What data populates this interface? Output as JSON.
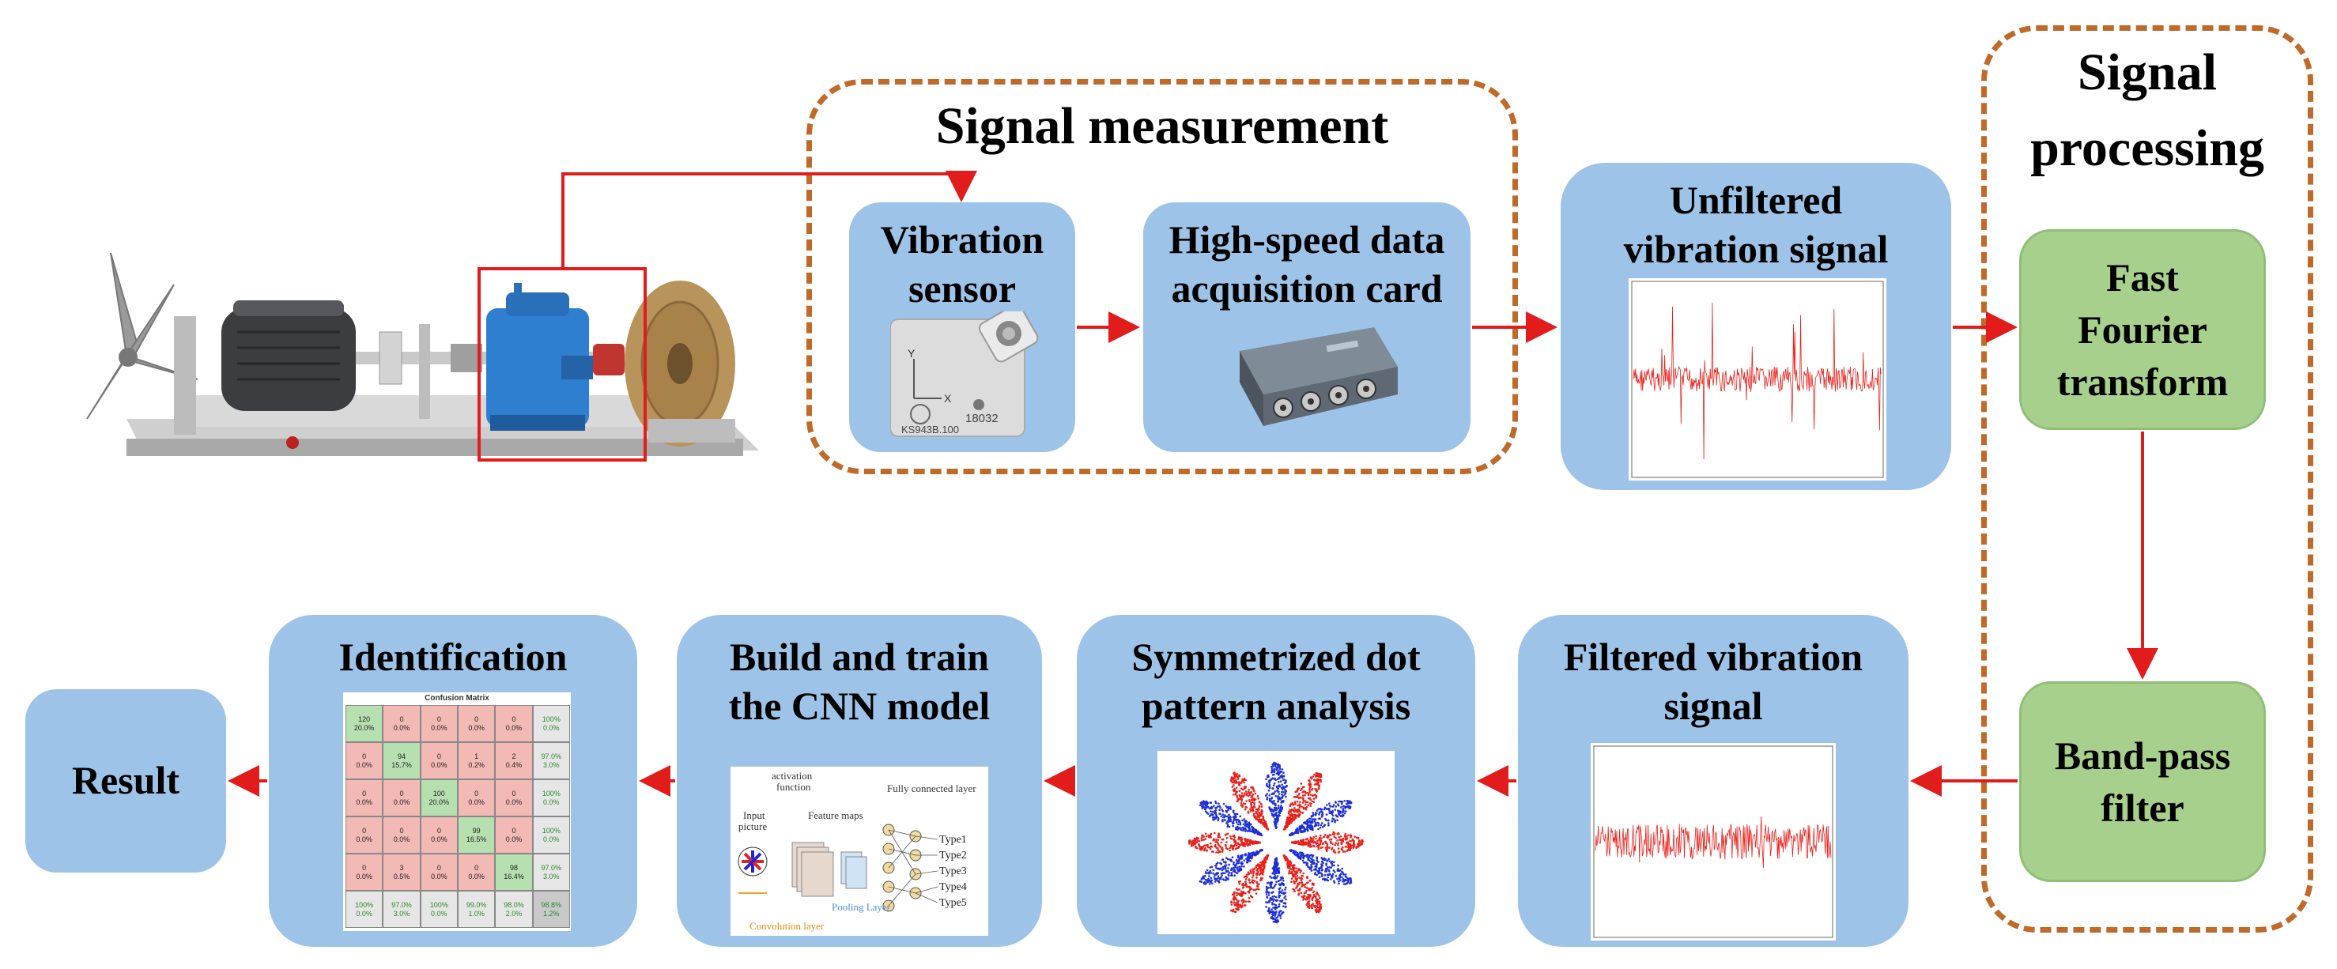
{
  "groups": {
    "measurement_title": "Signal measurement",
    "processing_title_1": "Signal",
    "processing_title_2": "processing"
  },
  "nodes": {
    "vibration_sensor_1": "Vibration",
    "vibration_sensor_2": "sensor",
    "daq_1": "High-speed data",
    "daq_2": "acquisition card",
    "unfiltered_1": "Unfiltered",
    "unfiltered_2": "vibration signal",
    "fft_1": "Fast",
    "fft_2": "Fourier",
    "fft_3": "transform",
    "bandpass_1": "Band-pass",
    "bandpass_2": "filter",
    "filtered_1": "Filtered vibration",
    "filtered_2": "signal",
    "sdp_1": "Symmetrized dot",
    "sdp_2": "pattern analysis",
    "cnn_1": "Build and train",
    "cnn_2": "the CNN model",
    "identification": "Identification",
    "result": "Result"
  },
  "sensor_text": {
    "code": "18032",
    "model": "KS943B.100",
    "axis_y": "Y",
    "axis_x": "X"
  },
  "cnn_diagram": {
    "activation": "activation",
    "function": "function",
    "input_1": "Input",
    "input_2": "picture",
    "feature_maps": "Feature maps",
    "fully_connected": "Fully connected layer",
    "pooling": "Pooling Layer",
    "convolution": "Convolution layer",
    "types": [
      "Type1",
      "Type2",
      "Type3",
      "Type4",
      "Type5"
    ]
  },
  "confusion_matrix": {
    "title": "Confusion Matrix",
    "rows": [
      [
        "120\n20.0%",
        "0\n0.0%",
        "0\n0.0%",
        "0\n0.0%",
        "0\n0.0%",
        "100%\n0.0%"
      ],
      [
        "0\n0.0%",
        "94\n15.7%",
        "0\n0.0%",
        "1\n0.2%",
        "2\n0.4%",
        "97.0%\n3.0%"
      ],
      [
        "0\n0.0%",
        "0\n0.0%",
        "100\n20.0%",
        "0\n0.0%",
        "0\n0.0%",
        "100%\n0.0%"
      ],
      [
        "0\n0.0%",
        "0\n0.0%",
        "0\n0.0%",
        "99\n16.5%",
        "0\n0.0%",
        "100%\n0.0%"
      ],
      [
        "0\n0.0%",
        "3\n0.5%",
        "0\n0.0%",
        "0\n0.0%",
        "98\n16.4%",
        "97.0%\n3.0%"
      ],
      [
        "100%\n0.0%",
        "97.0%\n3.0%",
        "100%\n0.0%",
        "99.0%\n1.0%",
        "98.0%\n2.0%",
        "98.8%\n1.2%"
      ]
    ]
  },
  "colors": {
    "box_blue": "#9ec3e8",
    "box_green": "#a8d08d",
    "arrow_red": "#e21b1b",
    "dash_orange": "#bf6a28",
    "signal_red": "#e8211b",
    "dot_blue": "#1d2fd6"
  }
}
